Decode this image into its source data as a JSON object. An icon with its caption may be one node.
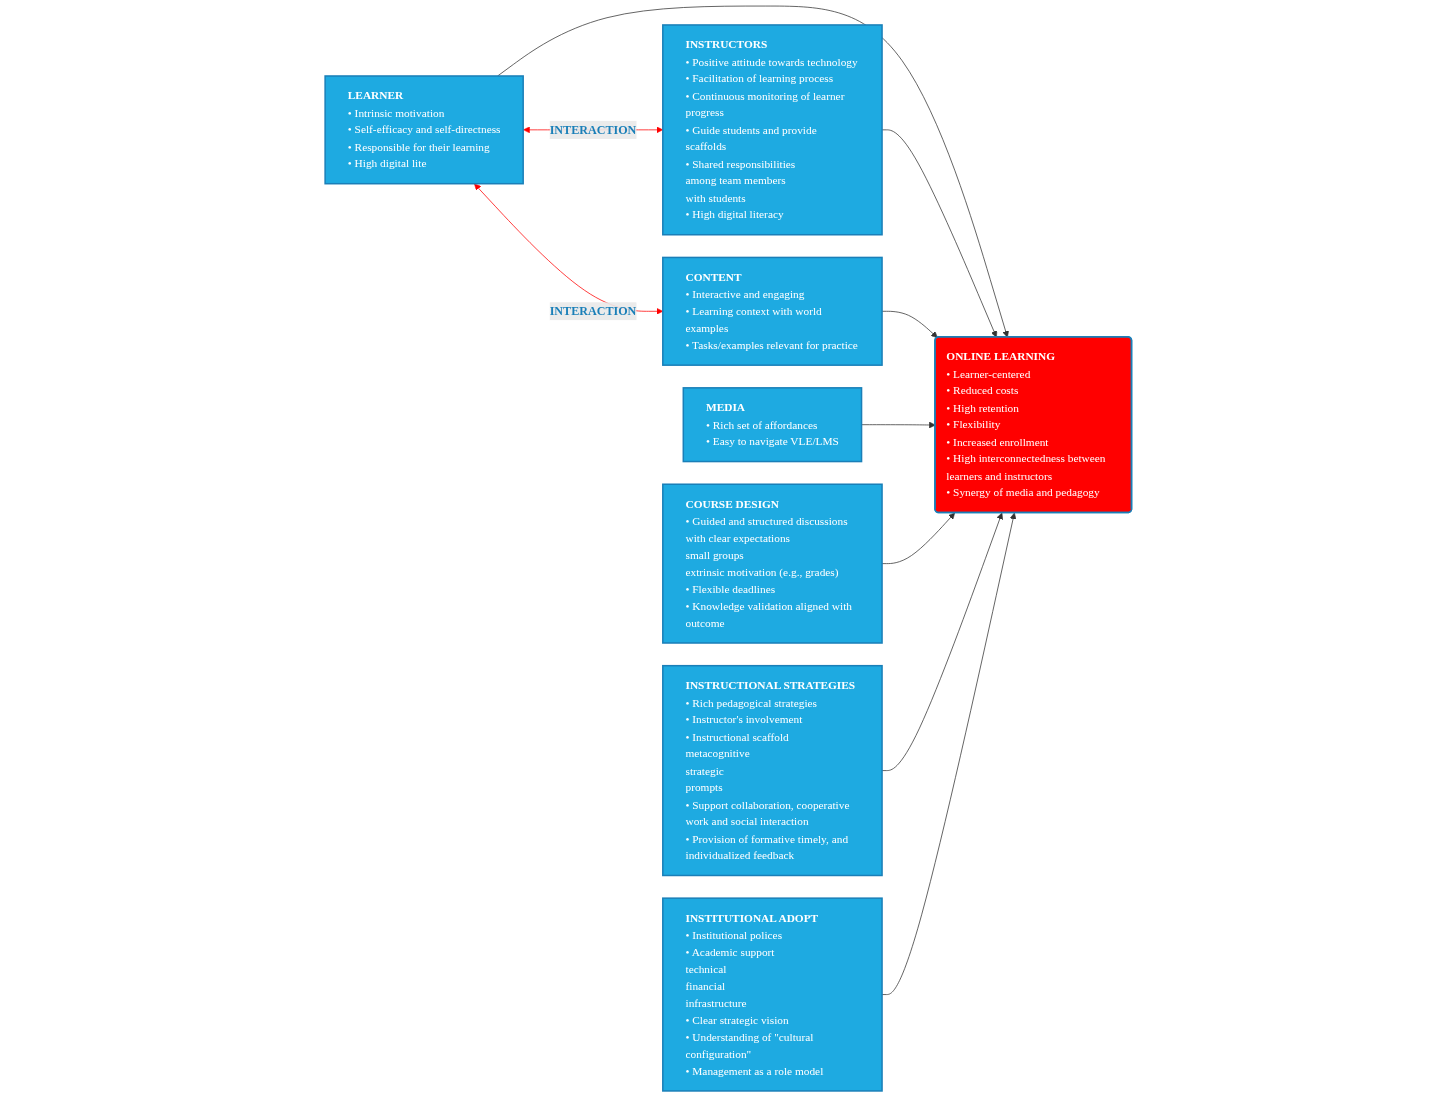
{
  "diagram": {
    "nodes": [
      {
        "text": [
          "LEARNER",
          "• Intrinsic motivation",
          "• Self-efficacy and self-directness",
          "• Responsible for their learning",
          "• High digital lite"
        ]
      },
      {
        "text": [
          "INSTRUCTORS",
          "• Positive attitude towards technology",
          "• Facilitation of learning process",
          "• Continuous monitoring of learner progress",
          "• Guide students and provide scaffolds",
          "• Shared responsibilities",
          "among team members",
          "with students",
          "• High digital literacy"
        ]
      },
      {
        "text": [
          "CONTENT",
          "• Interactive and engaging",
          "• Learning context with world examples",
          "• Tasks/examples relevant for practice"
        ]
      },
      {
        "text": [
          "ONLINE LEARNING",
          "• Learner-centered",
          "• Reduced costs",
          "• High retention",
          "• Flexibility",
          "• Increased enrollment",
          "• High interconnectedness between learners and instructors",
          "• Synergy of media and pedagogy"
        ]
      },
      {
        "text": [
          "MEDIA",
          "• Rich set of affordances",
          "• Easy to navigate VLE/LMS"
        ]
      },
      {
        "text": [
          "INSTRUCTIONAL STRATEGIES",
          "• Rich pedagogical strategies",
          "• Instructor's involvement",
          "• Instructional scaffold",
          "metacognitive",
          "strategic",
          "prompts",
          "• Support collaboration, cooperative work and social interaction",
          "• Provision of formative timely, and individualized feedback"
        ]
      },
      {
        "text": [
          "COURSE DESIGN",
          "• Guided and structured discussions with clear expectations",
          "small groups",
          "extrinsic motivation (e.g., grades)",
          "• Flexible deadlines",
          "• Knowledge validation aligned with outcome"
        ]
      },
      {
        "text": [
          "INSTITUTIONAL ADOPT",
          "• Institutional polices",
          "• Academic support",
          "technical",
          "financial",
          "infrastructure",
          "• Clear strategic vision",
          "• Understanding of \"cultural configuration\"",
          "• Management as a role model"
        ]
      }
    ],
    "edges": [
      {
        "from": 0,
        "to": 1,
        "arrow": "both",
        "label": "INTERACTION",
        "color": "#ff0000"
      },
      {
        "from": 0,
        "to": 2,
        "arrow": "both",
        "label": "INTERACTION",
        "color": "#ff0000"
      },
      {
        "from": 0,
        "to": 3,
        "arrow": "to"
      },
      {
        "from": 1,
        "to": 3,
        "arrow": "to"
      },
      {
        "from": 2,
        "to": 3,
        "arrow": "to"
      },
      {
        "from": 4,
        "to": 3,
        "arrow": "to"
      },
      {
        "from": 6,
        "to": 3,
        "arrow": "to"
      },
      {
        "from": 5,
        "to": 3,
        "arrow": "to"
      },
      {
        "from": 7,
        "to": 3,
        "arrow": "to"
      }
    ]
  }
}
